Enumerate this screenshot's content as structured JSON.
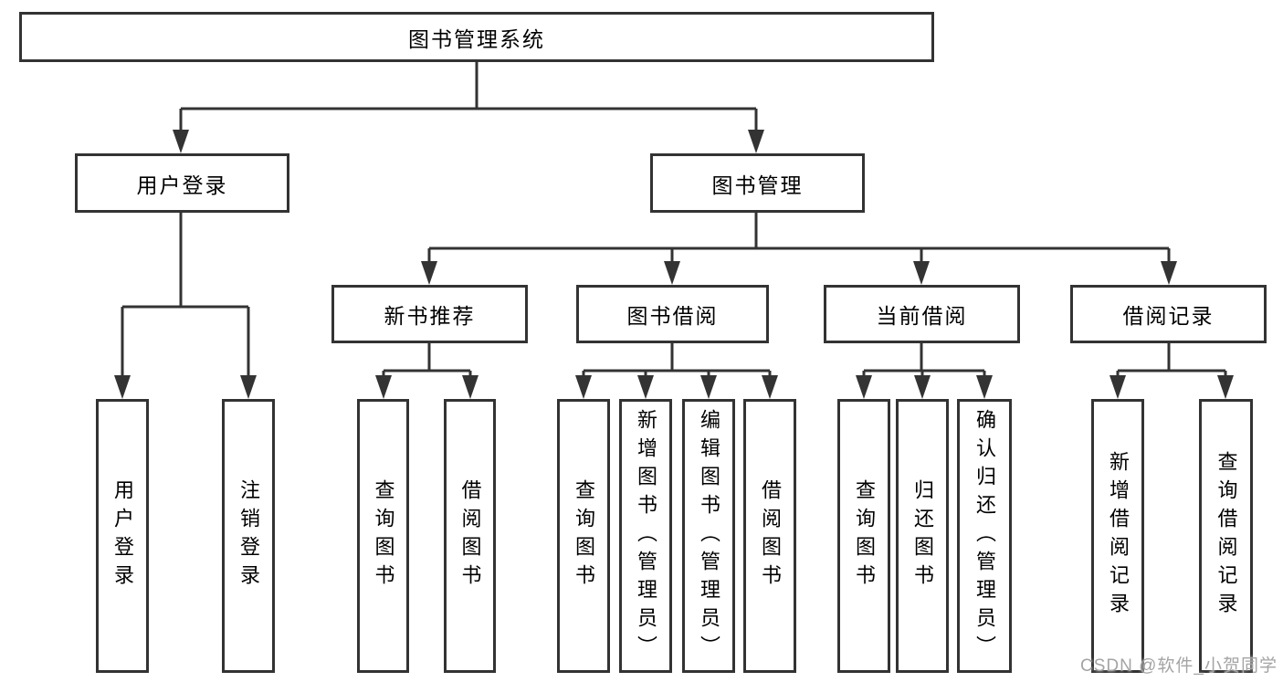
{
  "tree": {
    "root": "图书管理系统",
    "children": [
      {
        "label": "用户登录",
        "children": [
          "用户登录",
          "注销登录"
        ]
      },
      {
        "label": "图书管理",
        "children": [
          {
            "label": "新书推荐",
            "children": [
              "查询图书",
              "借阅图书"
            ]
          },
          {
            "label": "图书借阅",
            "children": [
              "查询图书",
              "新增图书（管理员）",
              "编辑图书（管理员）",
              "借阅图书"
            ]
          },
          {
            "label": "当前借阅",
            "children": [
              "查询图书",
              "归还图书",
              "确认归还（管理员）"
            ]
          },
          {
            "label": "借阅记录",
            "children": [
              "新增借阅记录",
              "查询借阅记录"
            ]
          }
        ]
      }
    ]
  },
  "watermark": {
    "text": "CSDN @软件_小贺同学"
  },
  "colors": {
    "line": "#333333",
    "node_border": "#333333",
    "node_background": "#ffffff",
    "text": "#000000",
    "watermark": "#a4a4a4",
    "background": "#ffffff"
  }
}
